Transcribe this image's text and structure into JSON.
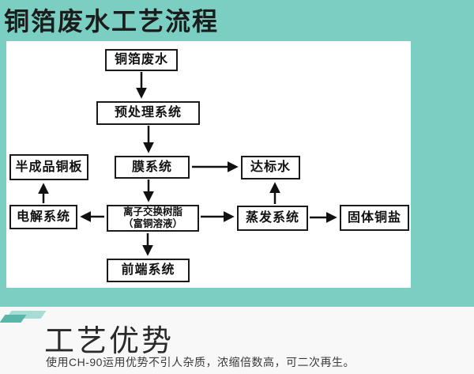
{
  "header": {
    "title": "铜箔废水工艺流程"
  },
  "flowchart": {
    "nodes": {
      "source": "铜箔废水",
      "pretreatment": "预处理系统",
      "membrane": "膜系统",
      "standard_water": "达标水",
      "semi_finished_copper_plate": "半成品铜板",
      "electrolysis": "电解系统",
      "ion_exchange_line1": "离子交换树脂",
      "ion_exchange_line2": "（富铜溶液）",
      "evaporation": "蒸发系统",
      "solid_copper_salt": "固体铜盐",
      "front_end": "前端系统"
    }
  },
  "advantages": {
    "heading": "工艺优势",
    "body": "使用CH-90运用优势不引人杂质，浓缩倍数高，可二次再生。"
  },
  "colors": {
    "teal_background": "#7bcfc2",
    "panel_background": "#ffffff",
    "node_border": "#1a1a1a",
    "ribbon_light": "#a6dcd3",
    "ribbon_dark": "#58b7a8",
    "section_background": "#f8f8f8",
    "text": "#1c1c1c"
  }
}
